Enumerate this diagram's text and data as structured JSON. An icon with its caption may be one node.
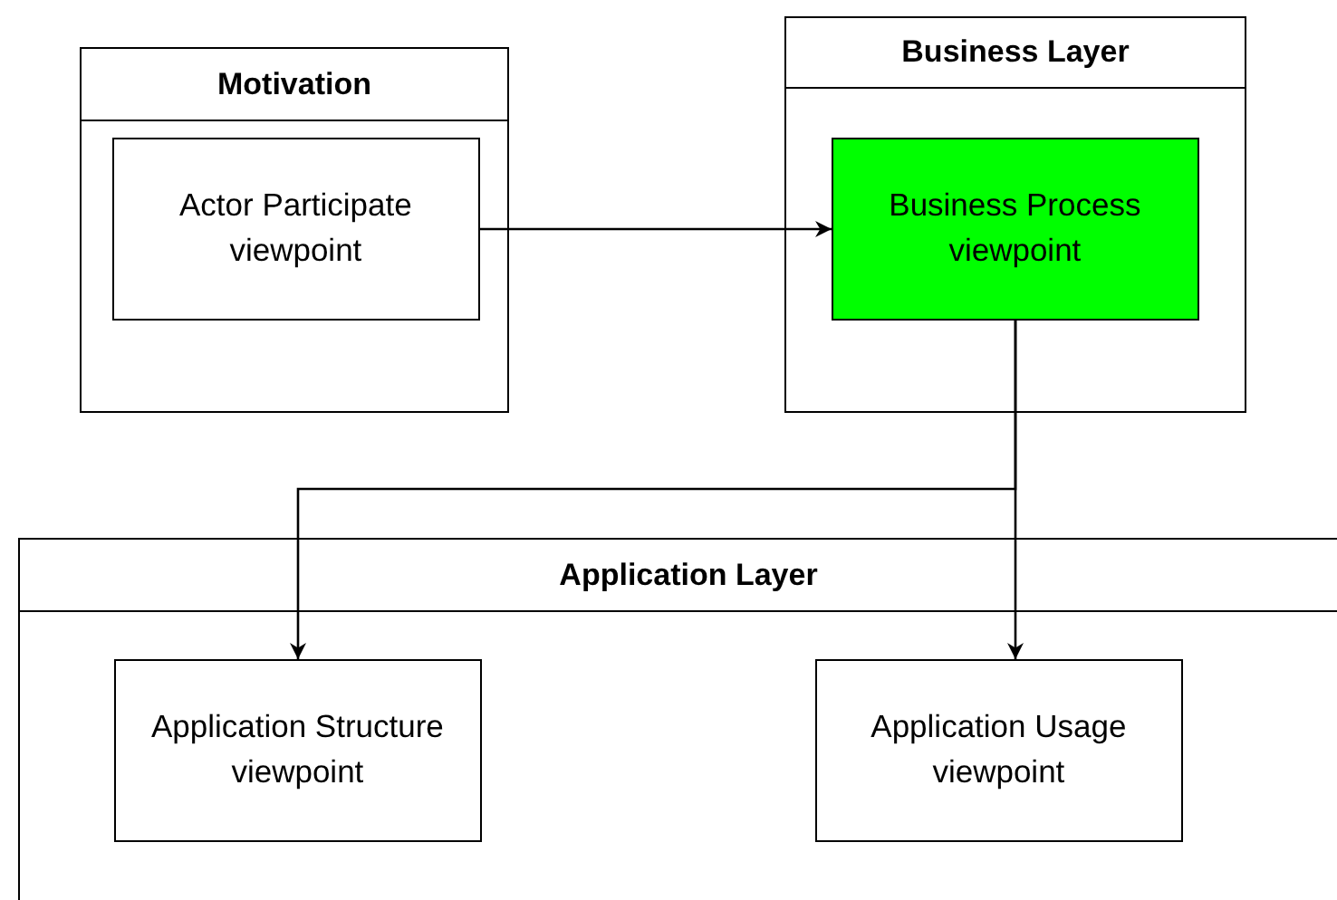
{
  "diagram": {
    "nodes": [
      {
        "text": [
          "Motivation"
        ]
      },
      {
        "text": [
          "Actor Participate viewpoint"
        ],
        "in": 0
      },
      {
        "text": [
          "Business Layer"
        ]
      },
      {
        "text": [
          "Business Process viewpoint"
        ],
        "in": 2
      },
      {
        "text": [
          "Application Layer"
        ]
      },
      {
        "text": [
          "Application Structure viewpoint"
        ],
        "in": 4
      },
      {
        "text": [
          "Application Usage viewpoint"
        ],
        "in": 4
      }
    ],
    "edges": [
      {
        "from": 1,
        "to": 3,
        "arrow": "to"
      },
      {
        "from": 3,
        "to": 5,
        "arrow": "to"
      },
      {
        "from": 3,
        "to": 6,
        "arrow": "to"
      }
    ]
  }
}
